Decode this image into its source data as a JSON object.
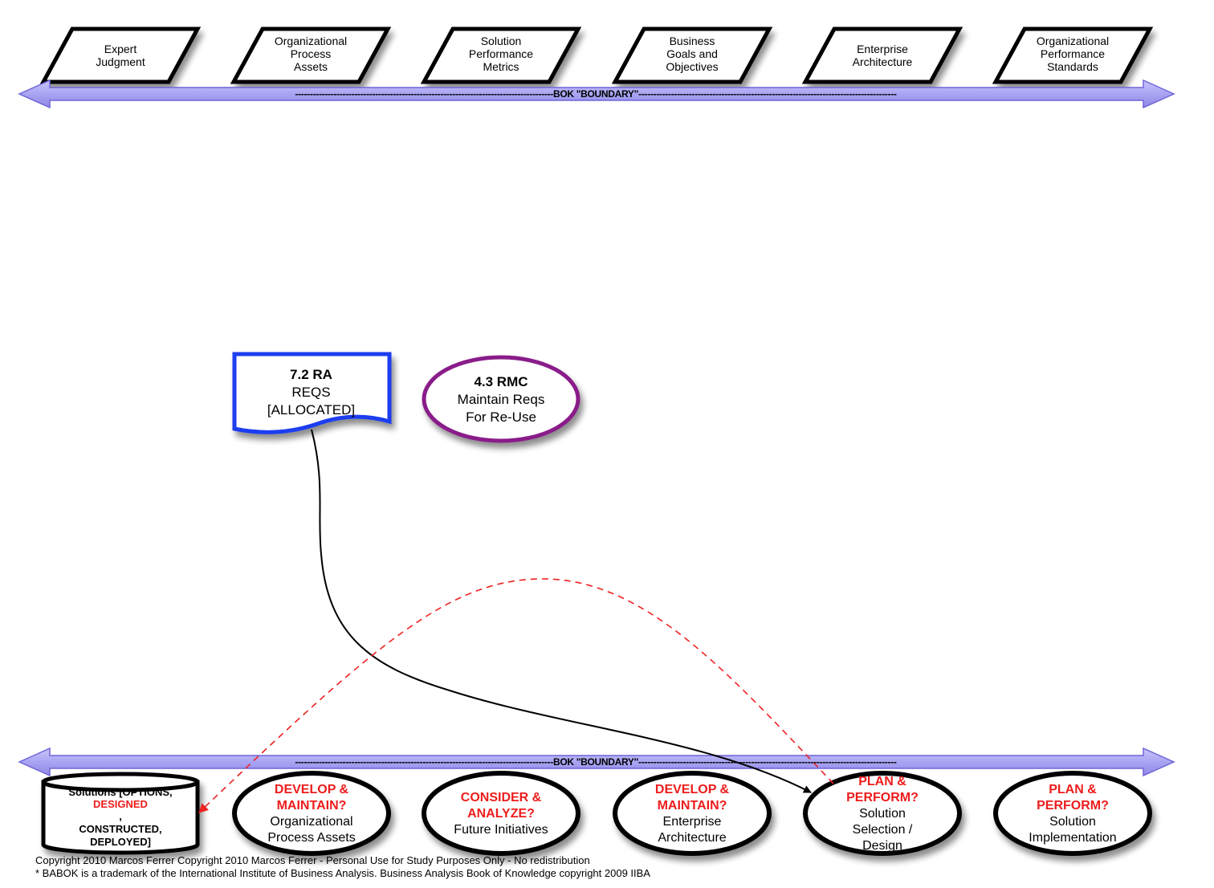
{
  "inputs": [
    {
      "lines": [
        "Expert",
        "Judgment"
      ]
    },
    {
      "lines": [
        "Organizational",
        "Process",
        "Assets"
      ]
    },
    {
      "lines": [
        "Solution",
        "Performance",
        "Metrics"
      ]
    },
    {
      "lines": [
        "Business",
        "Goals and",
        "Objectives"
      ]
    },
    {
      "lines": [
        "Enterprise",
        "Architecture"
      ]
    },
    {
      "lines": [
        "Organizational",
        "Performance",
        "Standards"
      ]
    }
  ],
  "boundary_top": {
    "label": "BOK \"BOUNDARY\""
  },
  "boundary_bottom": {
    "label": "BOK \"BOUNDARY\""
  },
  "ra": {
    "title": "7.2 RA",
    "line1": "REQS",
    "line2": "[ALLOCATED]"
  },
  "rmc": {
    "title": "4.3 RMC",
    "line1": "Maintain Reqs",
    "line2": "For Re-Use"
  },
  "solutions": {
    "line1": "Solutions [OPTIONS,",
    "line2": "DESIGNED",
    "line2_suffix": ",",
    "line3": "CONSTRUCTED,",
    "line4": "DEPLOYED]"
  },
  "outputs": [
    {
      "red": [
        "DEVELOP &",
        "MAINTAIN?"
      ],
      "black": [
        "Organizational",
        "Process Assets"
      ]
    },
    {
      "red": [
        "CONSIDER &",
        "ANALYZE?"
      ],
      "black": [
        "Future Initiatives"
      ]
    },
    {
      "red": [
        "DEVELOP &",
        "MAINTAIN?"
      ],
      "black": [
        "Enterprise",
        "Architecture"
      ]
    },
    {
      "red": [
        "PLAN &",
        "PERFORM?"
      ],
      "black": [
        "Solution",
        "Selection /",
        "Design"
      ]
    },
    {
      "red": [
        "PLAN &",
        "PERFORM?"
      ],
      "black": [
        "Solution",
        "Implementation"
      ]
    }
  ],
  "footer": {
    "line1": "Copyright 2010 Marcos Ferrer Copyright 2010 Marcos Ferrer - Personal Use for Study Purposes Only - No redistribution",
    "line2": "* BABOK is a trademark of the International Institute of Business Analysis.  Business Analysis Book of Knowledge copyright 2009 IIBA"
  },
  "colors": {
    "boundary_fill": "#a9a4f2",
    "boundary_stroke": "#6e64d8",
    "ra_border": "#1a3cf0",
    "rmc_border": "#8a1f8a",
    "red_text": "#ee1c1c",
    "dashed_arrow": "#ee2222"
  }
}
